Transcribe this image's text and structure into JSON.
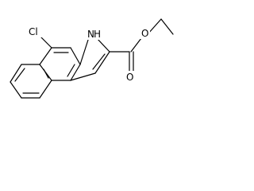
{
  "molecule": {
    "atoms": {
      "chlorine": "Cl",
      "nitrogen": "N",
      "hydrogen": "H",
      "carbonyl_oxygen": "O",
      "ester_oxygen": "O"
    }
  }
}
